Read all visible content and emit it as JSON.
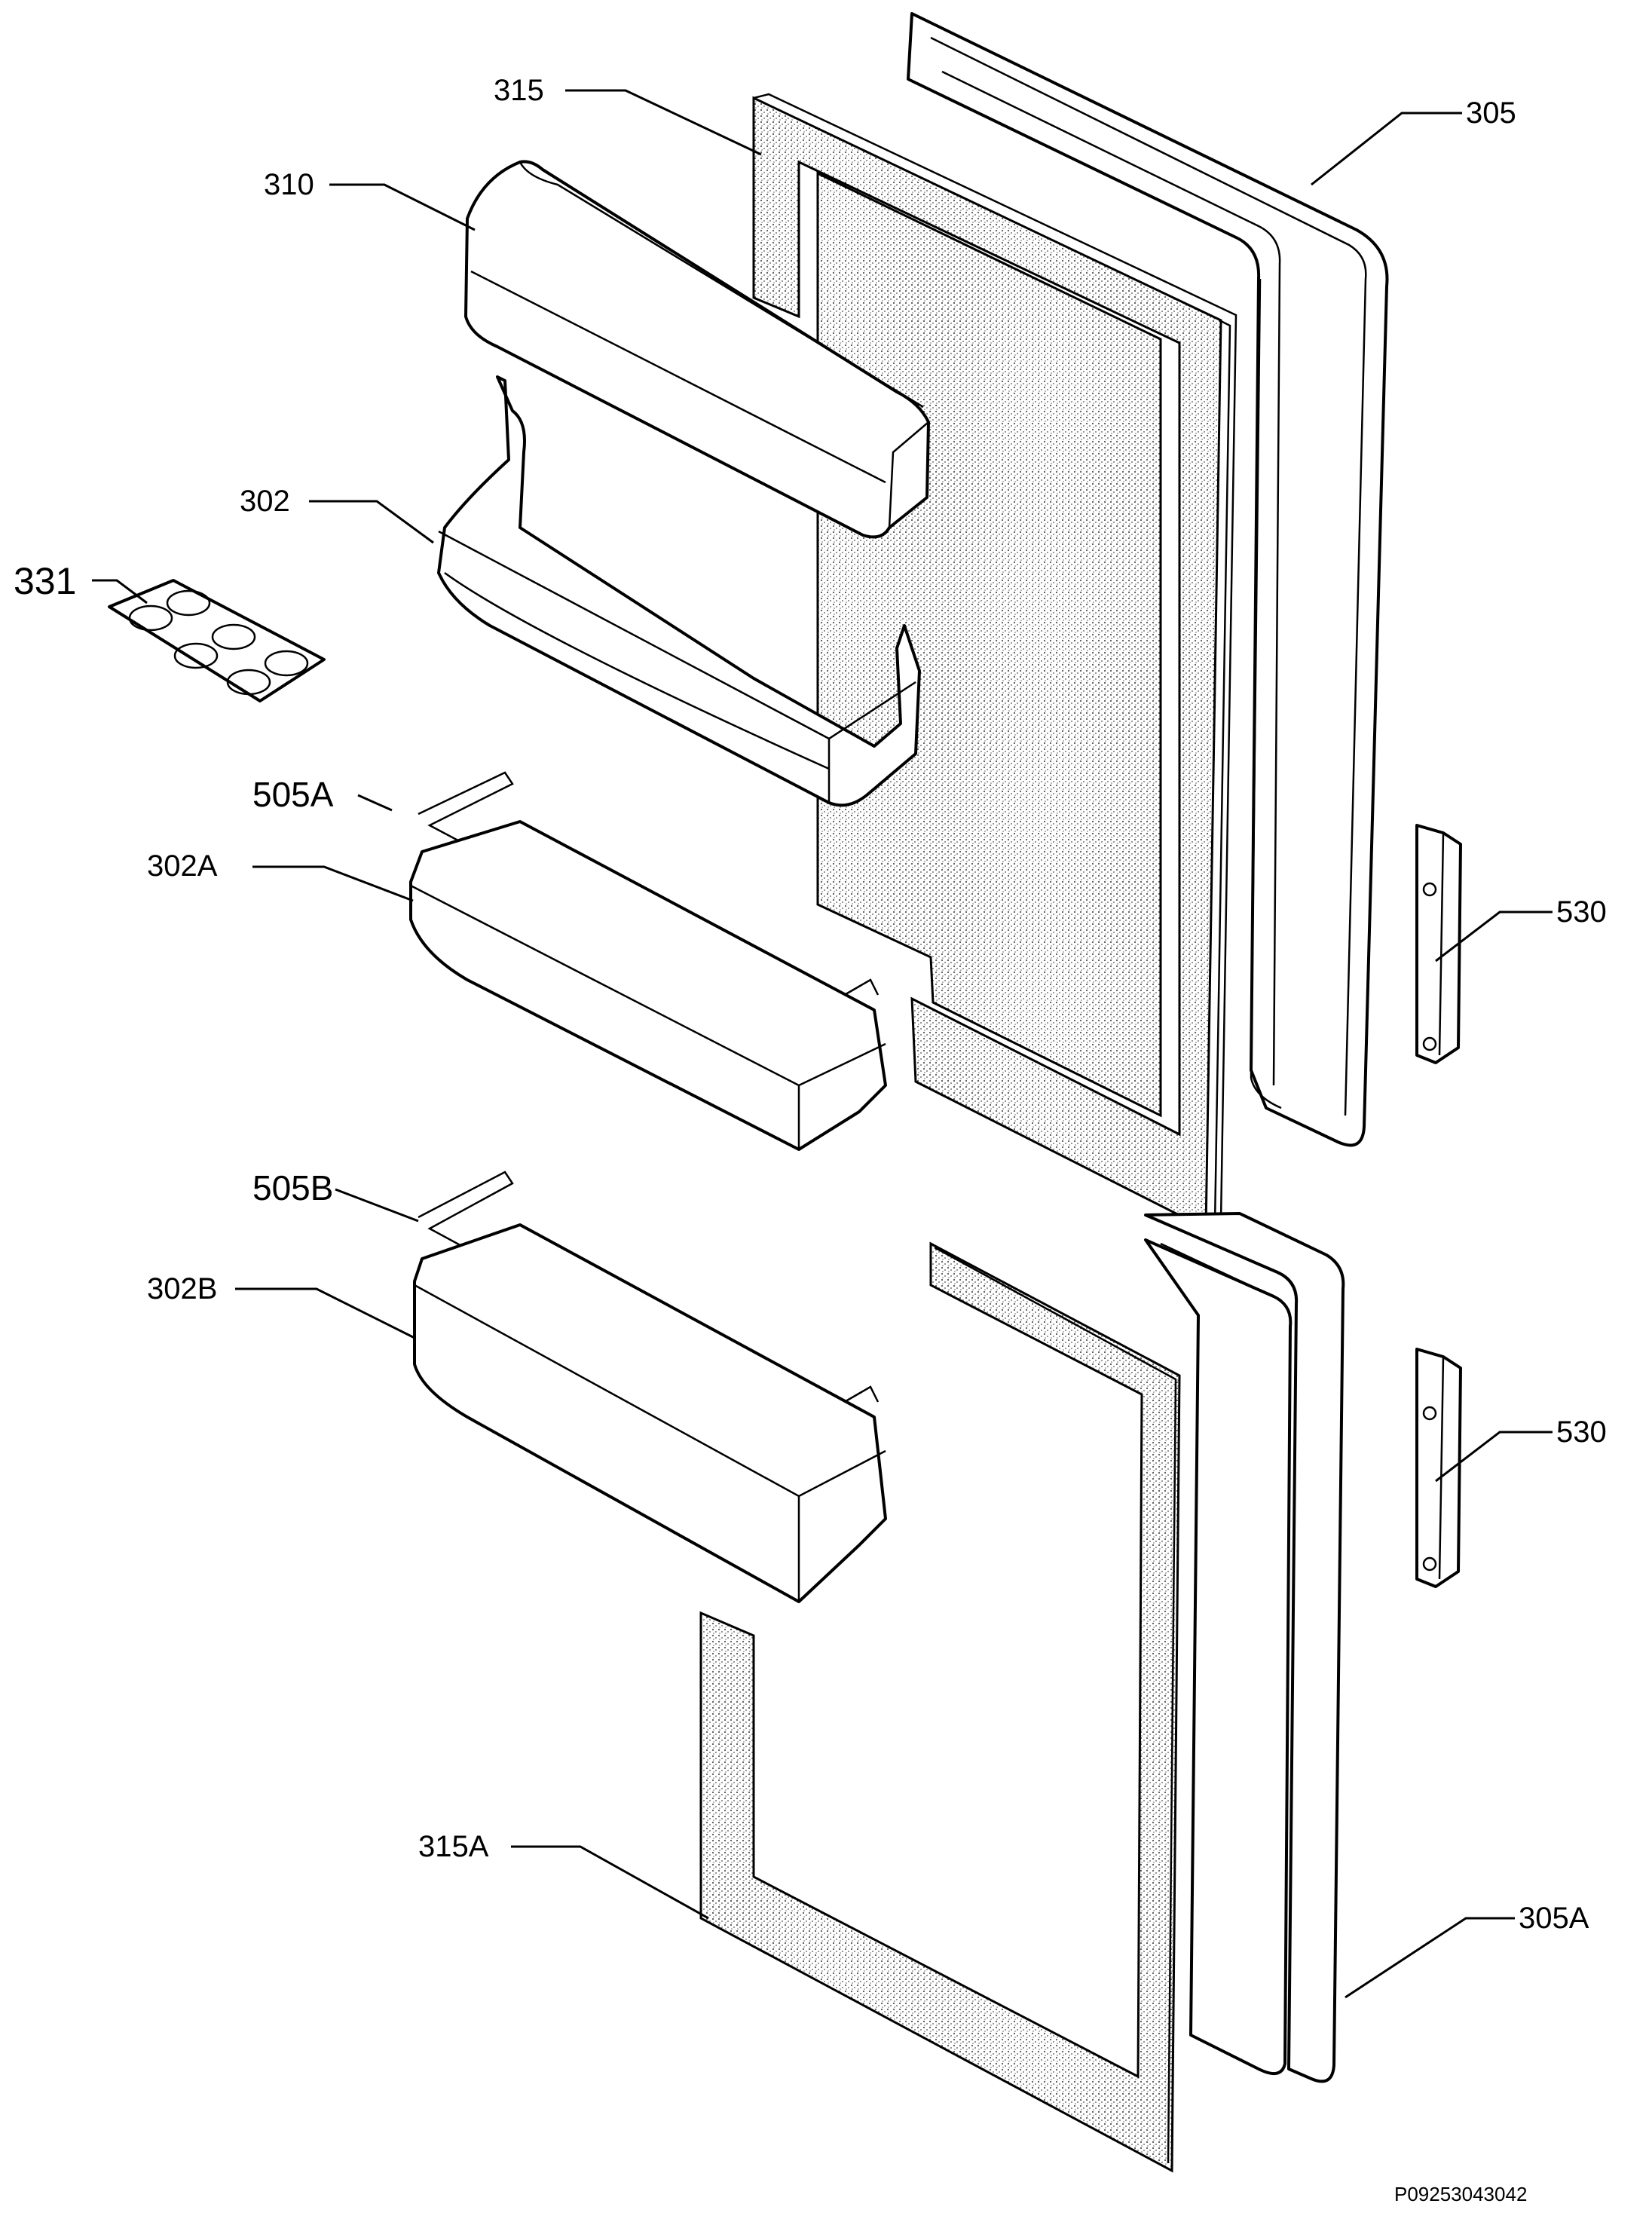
{
  "diagram": {
    "labels": {
      "p305": "305",
      "p305A": "305A",
      "p315": "315",
      "p315A": "315A",
      "p310": "310",
      "p302": "302",
      "p302A": "302A",
      "p302B": "302B",
      "p331": "331",
      "p505A": "505A",
      "p505B": "505B",
      "p530_upper": "530",
      "p530_lower": "530"
    },
    "reference_code": "P09253043042"
  }
}
